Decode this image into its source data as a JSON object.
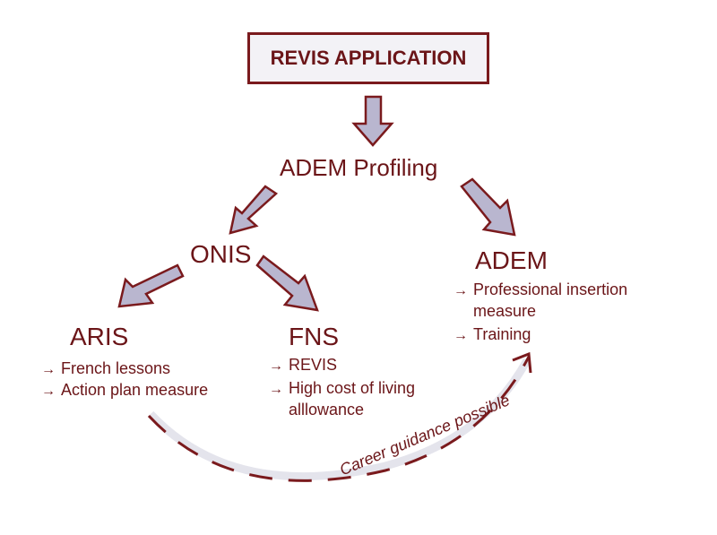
{
  "diagram": {
    "title_box": "REVIS APPLICATION",
    "profiling": "ADEM Profiling",
    "onis": "ONIS",
    "aris": {
      "title": "ARIS",
      "items": [
        "French lessons",
        "Action plan measure"
      ]
    },
    "fns": {
      "title": "FNS",
      "items": [
        "REVIS",
        "High cost of living",
        "alllowance"
      ]
    },
    "adem": {
      "title": "ADEM",
      "items": [
        "Professional insertion",
        "measure",
        "Training"
      ]
    },
    "career_label": "Career guidance possible",
    "arrow_glyph": "→",
    "colors": {
      "ink": "#6b1518",
      "arrow_fill": "#b9b6cf",
      "box_fill": "#f3f2f6"
    }
  }
}
